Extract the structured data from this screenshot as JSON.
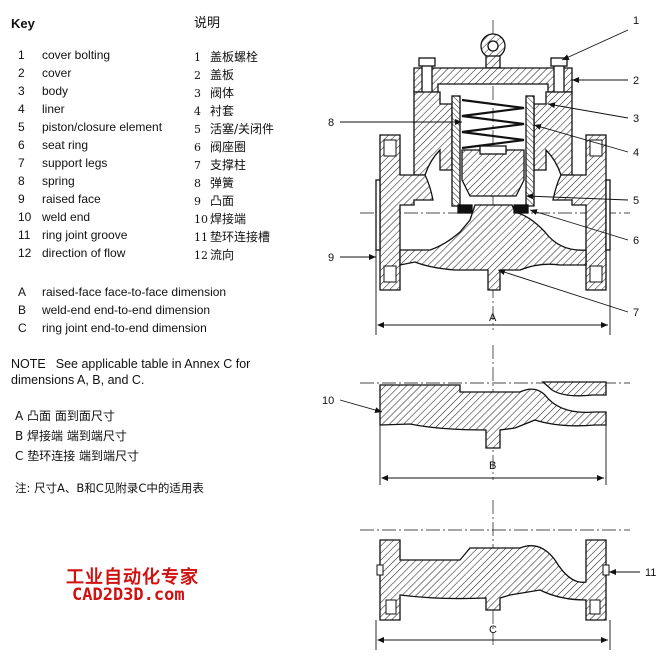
{
  "key": {
    "title_en": "Key",
    "title_cn": "说明",
    "items": [
      {
        "num": "1",
        "en": "cover bolting",
        "cn": "盖板螺栓"
      },
      {
        "num": "2",
        "en": "cover",
        "cn": "盖板"
      },
      {
        "num": "3",
        "en": "body",
        "cn": "阀体"
      },
      {
        "num": "4",
        "en": "liner",
        "cn": "衬套"
      },
      {
        "num": "5",
        "en": "piston/closure element",
        "cn": "活塞/关闭件"
      },
      {
        "num": "6",
        "en": "seat ring",
        "cn": "阀座圈"
      },
      {
        "num": "7",
        "en": "support legs",
        "cn": "支撑柱"
      },
      {
        "num": "8",
        "en": "spring",
        "cn": "弹簧"
      },
      {
        "num": "9",
        "en": "raised face",
        "cn": "凸面"
      },
      {
        "num": "10",
        "en": "weld end",
        "cn": "焊接端"
      },
      {
        "num": "11",
        "en": "ring joint groove",
        "cn": "垫环连接槽"
      },
      {
        "num": "12",
        "en": "direction of flow",
        "cn": "流向"
      }
    ]
  },
  "dimensions": [
    {
      "letter": "A",
      "en": "raised-face face-to-face dimension",
      "cn": "A 凸面  面到面尺寸"
    },
    {
      "letter": "B",
      "en": "weld-end end-to-end dimension",
      "cn": "B 焊接端  端到端尺寸"
    },
    {
      "letter": "C",
      "en": "ring joint end-to-end dimension",
      "cn": "C 垫环连接  端到端尺寸"
    }
  ],
  "note": {
    "label": "NOTE",
    "text": "See applicable table in Annex C for dimensions A, B, and C.",
    "cn": "注:  尺寸A、B和C见附录C中的适用表"
  },
  "watermark": {
    "line1": "工业自动化专家",
    "line2": "CAD2D3D.com"
  },
  "callouts": {
    "c1": "1",
    "c2": "2",
    "c3": "3",
    "c4": "4",
    "c5": "5",
    "c6": "6",
    "c7": "7",
    "c8": "8",
    "c9": "9",
    "c10": "10",
    "c11": "11"
  },
  "dims": {
    "a": "A",
    "b": "B",
    "c": "C"
  },
  "colors": {
    "watermark": "#d11010",
    "line": "#111111"
  }
}
